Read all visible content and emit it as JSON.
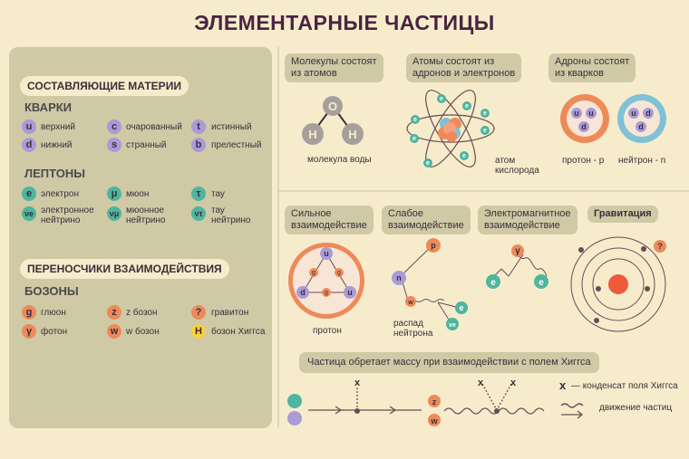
{
  "title": "ЭЛЕМЕНТАРНЫЕ ЧАСТИЦЫ",
  "left": {
    "components_title": "СОСТАВЛЯЮЩИЕ МАТЕРИИ",
    "quarks_title": "КВАРКИ",
    "quarks": [
      {
        "symbol": "u",
        "name": "верхний"
      },
      {
        "symbol": "c",
        "name": "очарованный"
      },
      {
        "symbol": "t",
        "name": "истинный"
      },
      {
        "symbol": "d",
        "name": "нижний"
      },
      {
        "symbol": "s",
        "name": "странный"
      },
      {
        "symbol": "b",
        "name": "прелестный"
      }
    ],
    "leptons_title": "ЛЕПТОНЫ",
    "leptons": [
      {
        "symbol": "e",
        "name": "электрон"
      },
      {
        "symbol": "μ",
        "name": "мюон"
      },
      {
        "symbol": "τ",
        "name": "тау"
      },
      {
        "symbol": "νe",
        "name": "электронное\nнейтрино"
      },
      {
        "symbol": "νμ",
        "name": "мюонное\nнейтрино"
      },
      {
        "symbol": "ντ",
        "name": "тау\nнейтрино"
      }
    ],
    "carriers_title": "ПЕРЕНОСЧИКИ ВЗАИМОДЕЙСТВИЯ",
    "bosons_title": "БОЗОНЫ",
    "bosons": [
      {
        "symbol": "g",
        "name": "глюон"
      },
      {
        "symbol": "z",
        "name": "z бозон"
      },
      {
        "symbol": "?",
        "name": "гравитон"
      },
      {
        "symbol": "γ",
        "name": "фотон"
      },
      {
        "symbol": "w",
        "name": "w бозон"
      },
      {
        "symbol": "H",
        "name": "бозон Хиггса"
      }
    ]
  },
  "top": {
    "molecules_box": "Молекулы состоят\nиз атомов",
    "atoms_box": "Атомы состоят из\nадронов и электронов",
    "hadrons_box": "Адроны состоят\nиз кварков",
    "water_label": "молекула воды",
    "water_atoms": [
      "O",
      "H",
      "H"
    ],
    "oxygen_label": "атом\nкислорода",
    "electron_symbol": "e",
    "proton_label": "протон - p",
    "neutron_label": "нейтрон - n",
    "proton_quarks": [
      "u",
      "u",
      "d"
    ],
    "neutron_quarks": [
      "u",
      "d",
      "d"
    ]
  },
  "mid": {
    "strong_box": "Сильное\nвзаимодействие",
    "weak_box": "Слабое\nвзаимодействие",
    "em_box": "Электромагнитное\nвзаимодействие",
    "gravity_box": "Гравитация",
    "strong_label": "протон",
    "weak_label": "распад\nнейтрона",
    "strong_quarks": [
      "u",
      "d",
      "u"
    ],
    "gluon": "g",
    "weak_particles": [
      "p",
      "n",
      "w",
      "e",
      "νe"
    ],
    "em_particles": [
      "γ",
      "e",
      "e"
    ],
    "graviton": "?"
  },
  "bottom": {
    "higgs_box": "Частица обретает массу при взаимодействии с полем Хиггса",
    "cross": "x",
    "z_label": "z",
    "w_label": "w",
    "legend_condensate": "— конденсат поля Хиггса",
    "legend_motion": "движение частиц"
  },
  "colors": {
    "quark": "#a99ad8",
    "lepton": "#4fb59f",
    "boson": "#ee8a5a",
    "higgs": "#f7d23c",
    "panel": "#cfc9a6",
    "background": "#f6eccb",
    "title": "#4a2342"
  }
}
